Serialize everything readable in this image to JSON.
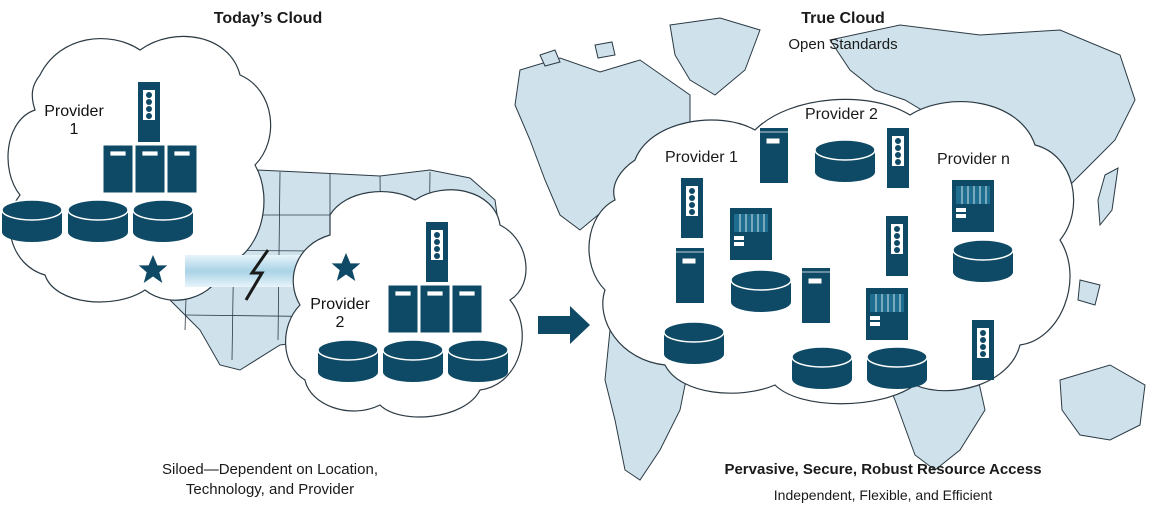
{
  "left_panel": {
    "title": "Today’s Cloud",
    "caption_line1": "Siloed—Dependent on Location,",
    "caption_line2": "Technology, and Provider",
    "provider_a_line1": "Provider",
    "provider_a_line2": "1",
    "provider_b_line1": "Provider",
    "provider_b_line2": "2"
  },
  "right_panel": {
    "title": "True Cloud",
    "subtitle": "Open Standards",
    "provider_1": "Provider 1",
    "provider_2": "Provider 2",
    "provider_n": "Provider n",
    "caption_bold": "Pervasive, Secure, Robust Resource Access",
    "caption_sub": "Independent, Flexible, and Efficient"
  },
  "colors": {
    "equipment": "#0e4a66",
    "equipment_light": "#1f6e90",
    "map_fill": "#cfe2ec",
    "map_stroke": "#2b3a44",
    "cloud_fill": "#ffffff"
  }
}
